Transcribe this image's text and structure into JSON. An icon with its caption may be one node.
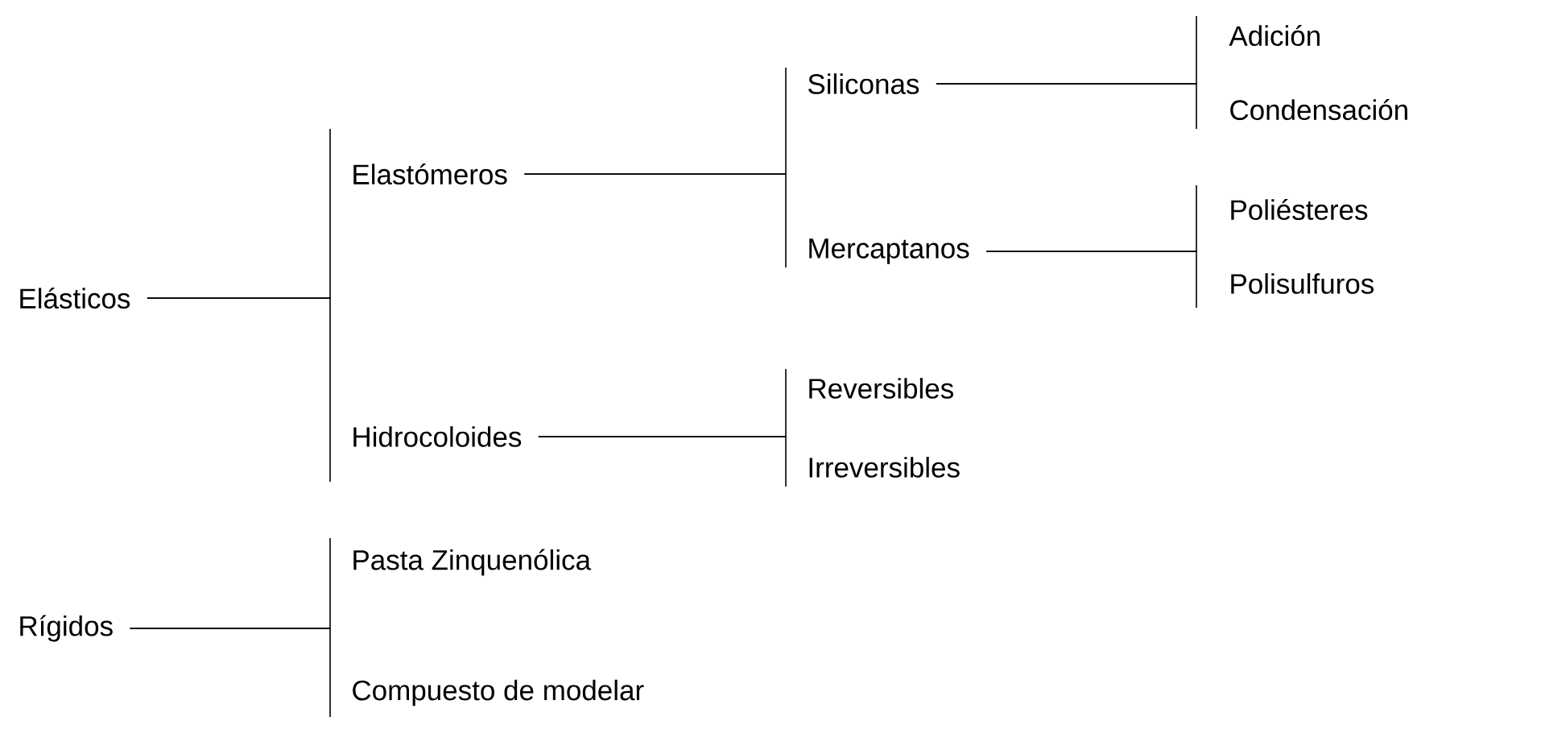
{
  "diagram": {
    "nodes": [
      {
        "text": [
          "Elásticos"
        ]
      },
      {
        "text": [
          "Elastómeros"
        ]
      },
      {
        "text": [
          "Siliconas"
        ]
      },
      {
        "text": [
          "Adición"
        ]
      },
      {
        "text": [
          "Condensación"
        ]
      },
      {
        "text": [
          "Mercaptanos"
        ]
      },
      {
        "text": [
          "Poliésteres"
        ]
      },
      {
        "text": [
          "Polisulfuros"
        ]
      },
      {
        "text": [
          "Hidrocoloides"
        ]
      },
      {
        "text": [
          "Reversibles"
        ]
      },
      {
        "text": [
          "Irreversibles"
        ]
      },
      {
        "text": [
          "Rígidos"
        ]
      },
      {
        "text": [
          "Pasta Zinquenólica"
        ]
      },
      {
        "text": [
          "Compuesto de modelar"
        ]
      }
    ],
    "edges": [
      {
        "from": 0,
        "to": 1,
        "arrow": "none"
      },
      {
        "from": 0,
        "to": 8,
        "arrow": "none"
      },
      {
        "from": 1,
        "to": 2,
        "arrow": "none"
      },
      {
        "from": 1,
        "to": 5,
        "arrow": "none"
      },
      {
        "from": 2,
        "to": 3,
        "arrow": "none"
      },
      {
        "from": 2,
        "to": 4,
        "arrow": "none"
      },
      {
        "from": 5,
        "to": 6,
        "arrow": "none"
      },
      {
        "from": 5,
        "to": 7,
        "arrow": "none"
      },
      {
        "from": 8,
        "to": 9,
        "arrow": "none"
      },
      {
        "from": 8,
        "to": 10,
        "arrow": "none"
      },
      {
        "from": 11,
        "to": 12,
        "arrow": "none"
      },
      {
        "from": 11,
        "to": 13,
        "arrow": "none"
      }
    ]
  }
}
